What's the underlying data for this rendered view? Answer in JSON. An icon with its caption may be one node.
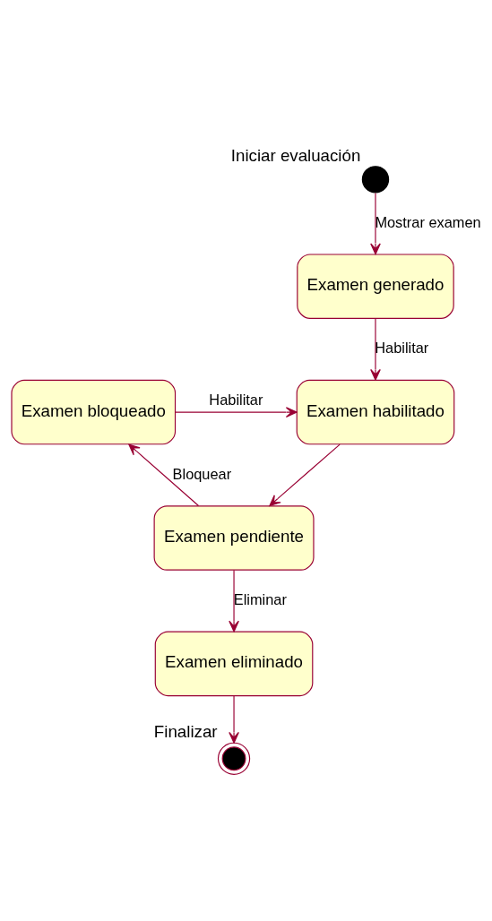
{
  "diagram": {
    "nodes": [
      {
        "text": [],
        "shape": "circle",
        "beside": [
          "Iniciar evaluación"
        ]
      },
      {
        "text": [
          "Examen generado"
        ]
      },
      {
        "text": [
          "Examen habilitado"
        ]
      },
      {
        "text": [
          "Examen bloqueado"
        ]
      },
      {
        "text": [
          "Examen pendiente"
        ]
      },
      {
        "text": [
          "Examen eliminado"
        ]
      },
      {
        "text": [],
        "shape": "bullseye",
        "beside": [
          "Finalizar"
        ]
      }
    ],
    "edges": [
      {
        "from": 0,
        "to": 1,
        "arrow": "to",
        "label": "Mostrar examen"
      },
      {
        "from": 1,
        "to": 2,
        "arrow": "to",
        "label": "Habilitar"
      },
      {
        "from": 3,
        "to": 2,
        "arrow": "to",
        "label": "Habilitar"
      },
      {
        "from": 2,
        "to": 4,
        "arrow": "to"
      },
      {
        "from": 4,
        "to": 3,
        "arrow": "to",
        "label": "Bloquear"
      },
      {
        "from": 4,
        "to": 5,
        "arrow": "to",
        "label": "Eliminar"
      },
      {
        "from": 5,
        "to": 6,
        "arrow": "to"
      }
    ]
  }
}
